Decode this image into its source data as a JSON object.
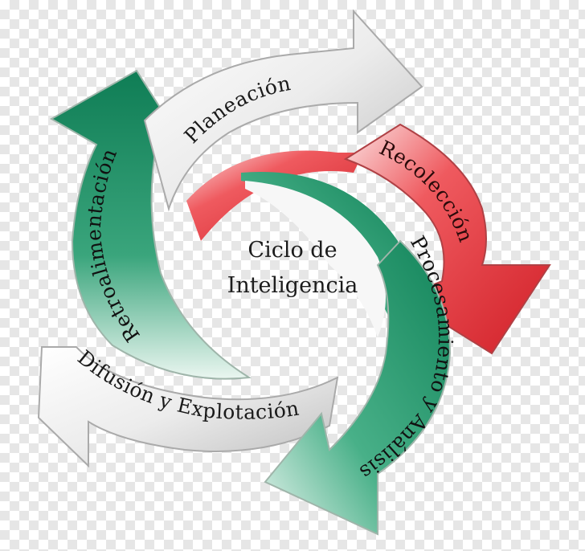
{
  "diagram": {
    "center_line1": "Ciclo de",
    "center_line2": "Inteligencia",
    "stages": [
      {
        "label": "Planeación",
        "color": "#e8e8e8",
        "text_color": "#1a1a1a"
      },
      {
        "label": "Recolección",
        "color": "#e8383d",
        "text_color": "#2a0a0a"
      },
      {
        "label": "Procesamiento y Análisis",
        "color": "#2a9a72",
        "text_color": "#111111"
      },
      {
        "label": "Difusión y Explotación",
        "color": "#e8e8e8",
        "text_color": "#1a1a1a"
      },
      {
        "label": "Retroalimentación",
        "color": "#2a9a72",
        "text_color": "#111111"
      }
    ]
  }
}
